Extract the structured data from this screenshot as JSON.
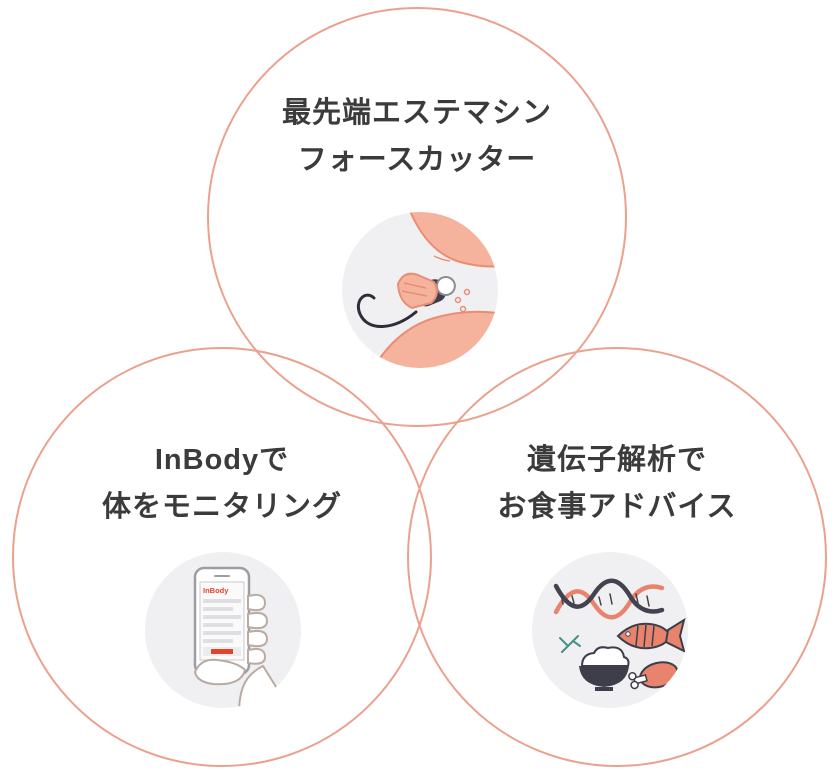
{
  "diagram": {
    "type": "venn",
    "circles": [
      {
        "id": "force-cutter",
        "lines": [
          "最先端エステマシン",
          "フォースカッター"
        ],
        "icon": "force-cutter-treatment-illustration"
      },
      {
        "id": "inbody",
        "lines": [
          "InBodyで",
          "体をモニタリング"
        ],
        "icon": "hand-holding-smartphone-illustration",
        "phone_brand": "InBody"
      },
      {
        "id": "genetics",
        "lines": [
          "遺伝子解析で",
          "お食事アドバイス"
        ],
        "icon": "dna-and-food-illustration"
      }
    ],
    "colors": {
      "circle_stroke": "#EBA18D",
      "label_text": "#3B3B3B",
      "illustration_bg": "#F0F0F2",
      "skin": "#F5B39E",
      "skin_outline": "#E98E74",
      "accent_coral": "#E8846E",
      "dark_ink": "#3E3E4A",
      "brand_red": "#E0442E",
      "herb_green": "#4A8F8A"
    }
  }
}
